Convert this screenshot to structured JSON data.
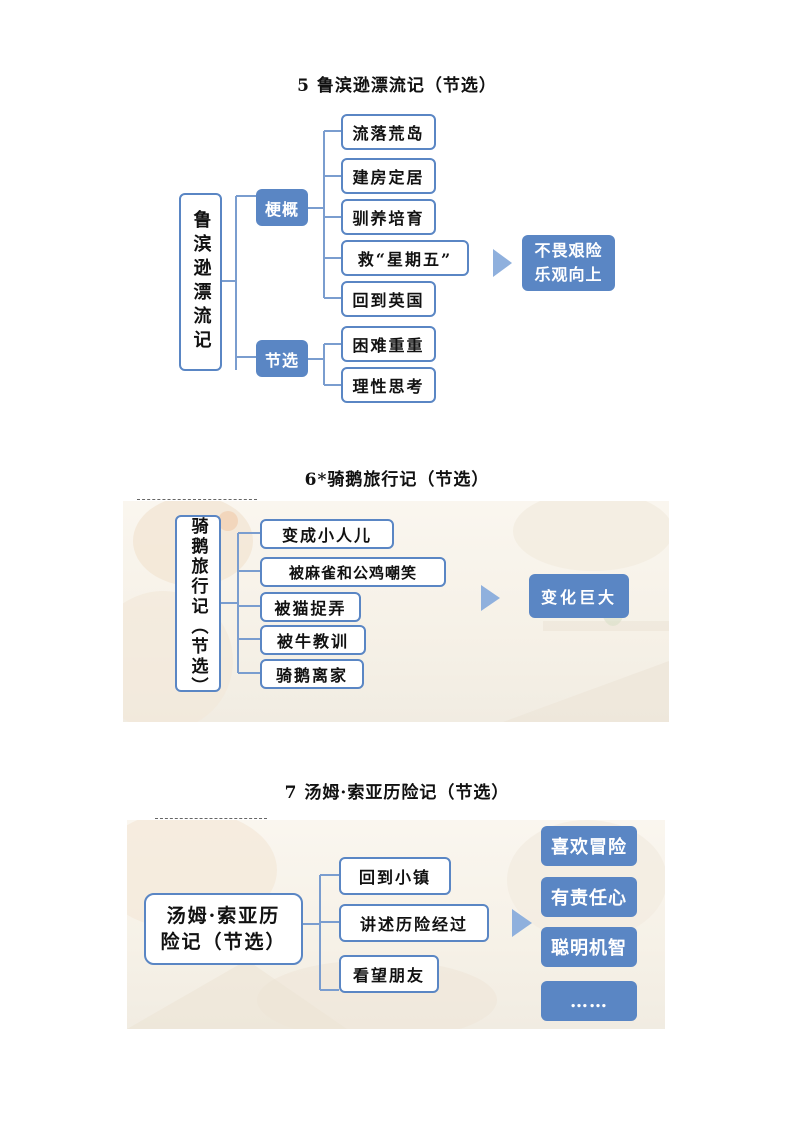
{
  "section5": {
    "title": "5  鲁滨逊漂流记（节选）",
    "root": "鲁滨逊漂流记",
    "groups": [
      {
        "label": "梗概",
        "items": [
          "流落荒岛",
          "建房定居",
          "驯养培育",
          "救“星期五”",
          "回到英国"
        ]
      },
      {
        "label": "节选",
        "items": [
          "困难重重",
          "理性思考"
        ]
      }
    ],
    "result": "不畏艰险\n乐观向上"
  },
  "section6": {
    "title": "6*骑鹅旅行记（节选）",
    "root": "骑鹅旅行记（节选）",
    "items": [
      "变成小人儿",
      "被麻雀和公鸡嘲笑",
      "被猫捉弄",
      "被牛教训",
      "骑鹅离家"
    ],
    "result": "变化巨大"
  },
  "section7": {
    "title": "7 汤姆·索亚历险记（节选）",
    "root": "汤姆·索亚历\n险记（节选）",
    "items": [
      "回到小镇",
      "讲述历险经过",
      "看望朋友"
    ],
    "results": [
      "喜欢冒险",
      "有责任心",
      "聪明机智",
      "……"
    ]
  },
  "colors": {
    "accent": "#5a86c4",
    "connector": "#7a9dcf",
    "arrow": "#8fb0dd"
  }
}
